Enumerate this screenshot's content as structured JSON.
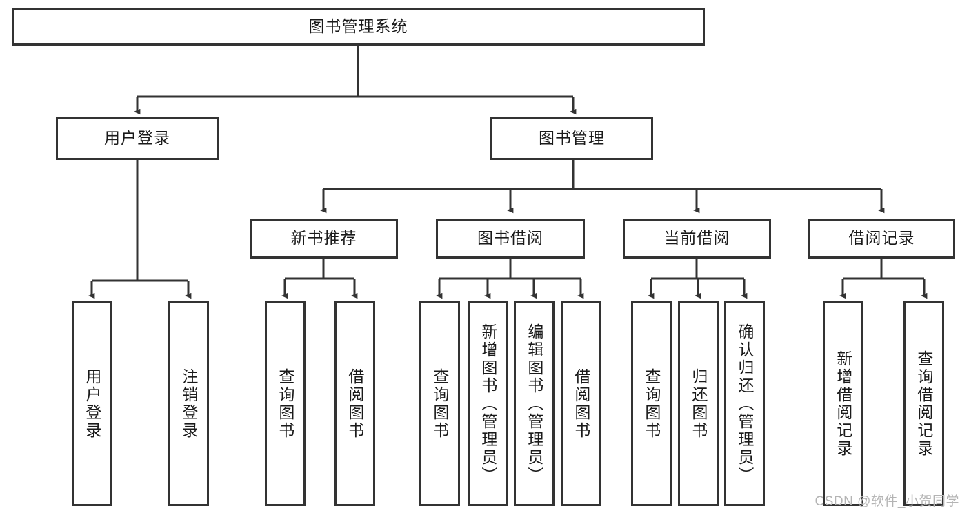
{
  "diagram": {
    "title": "图书管理系统",
    "type": "hierarchy-tree",
    "root": {
      "id": "root",
      "label": "图书管理系统"
    },
    "level2": [
      {
        "id": "user-login",
        "label": "用户登录"
      },
      {
        "id": "book-manage",
        "label": "图书管理"
      }
    ],
    "level3": [
      {
        "id": "new-book-recommend",
        "label": "新书推荐",
        "parent": "book-manage"
      },
      {
        "id": "book-borrow",
        "label": "图书借阅",
        "parent": "book-manage"
      },
      {
        "id": "current-borrow",
        "label": "当前借阅",
        "parent": "book-manage"
      },
      {
        "id": "borrow-record",
        "label": "借阅记录",
        "parent": "book-manage"
      }
    ],
    "leaves": [
      {
        "id": "leaf-user-login",
        "label": "用户登录",
        "parent": "user-login"
      },
      {
        "id": "leaf-logout",
        "label": "注销登录",
        "parent": "user-login"
      },
      {
        "id": "leaf-query-book-1",
        "label": "查询图书",
        "parent": "new-book-recommend"
      },
      {
        "id": "leaf-borrow-book-1",
        "label": "借阅图书",
        "parent": "new-book-recommend"
      },
      {
        "id": "leaf-query-book-2",
        "label": "查询图书",
        "parent": "book-borrow"
      },
      {
        "id": "leaf-add-book",
        "label": "新增图书（管理员）",
        "parent": "book-borrow"
      },
      {
        "id": "leaf-edit-book",
        "label": "编辑图书（管理员）",
        "parent": "book-borrow"
      },
      {
        "id": "leaf-borrow-book-2",
        "label": "借阅图书",
        "parent": "book-borrow"
      },
      {
        "id": "leaf-query-book-3",
        "label": "查询图书",
        "parent": "current-borrow"
      },
      {
        "id": "leaf-return-book",
        "label": "归还图书",
        "parent": "current-borrow"
      },
      {
        "id": "leaf-confirm-return",
        "label": "确认归还（管理员）",
        "parent": "current-borrow"
      },
      {
        "id": "leaf-add-record",
        "label": "新增借阅记录",
        "parent": "borrow-record"
      },
      {
        "id": "leaf-query-record",
        "label": "查询借阅记录",
        "parent": "borrow-record"
      }
    ],
    "colors": {
      "box_border": "#333333",
      "box_fill": "#ffffff",
      "connector": "#333333",
      "background": "#ffffff",
      "watermark": "#b4b4b4"
    }
  },
  "watermark": {
    "text": "CSDN @软件_小贺同学"
  }
}
